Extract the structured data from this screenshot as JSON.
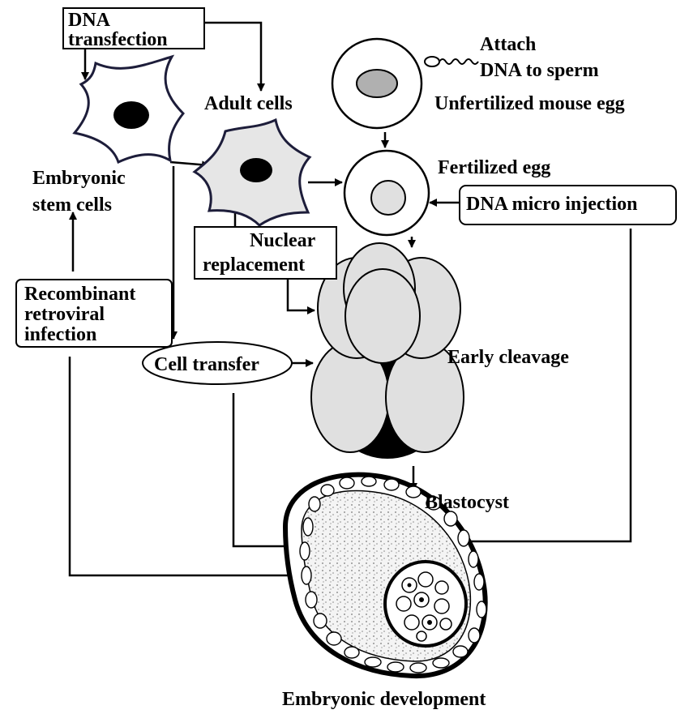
{
  "labels": {
    "dna_transfection_1": "DNA",
    "dna_transfection_2": "transfection",
    "adult_cells": "Adult cells",
    "attach_1": "Attach",
    "attach_2": "DNA to sperm",
    "unfertilized": "Unfertilized mouse egg",
    "fertilized": "Fertilized egg",
    "embryonic_stem_1": "Embryonic",
    "embryonic_stem_2": "stem cells",
    "dna_micro_injection": "DNA micro injection",
    "nuclear_1": "Nuclear",
    "nuclear_2": "replacement",
    "recombinant_1": "Recombinant",
    "recombinant_2": "retroviral",
    "recombinant_3": "infection",
    "cell_transfer": "Cell transfer",
    "early_cleavage": "Early cleavage",
    "blastocyst": "Blastocyst",
    "embryonic_development": "Embryonic development"
  },
  "colors": {
    "cell_fill": "#e6e6e6",
    "outline": "#000000",
    "background": "#ffffff"
  }
}
